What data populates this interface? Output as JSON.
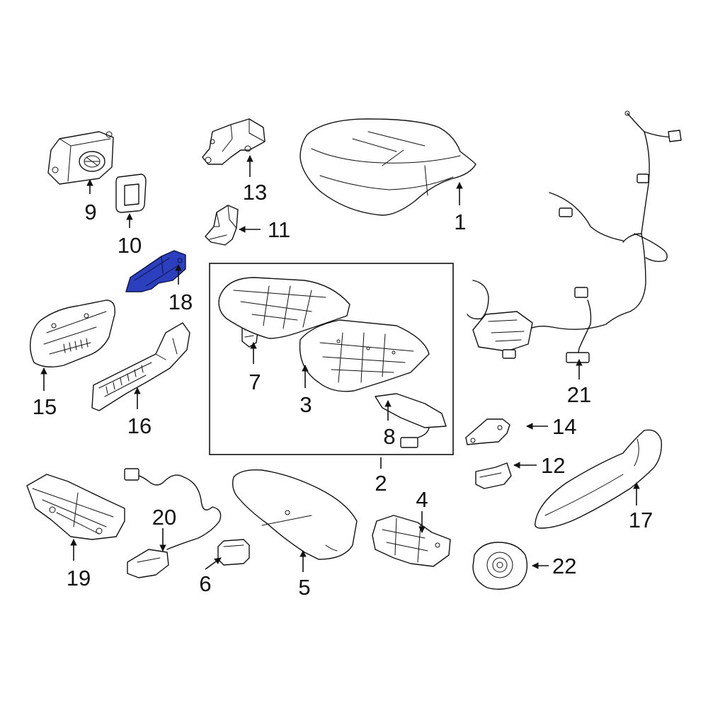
{
  "highlight_color": "#2b3fbf",
  "callouts": {
    "c1": "1",
    "c2": "2",
    "c3": "3",
    "c4": "4",
    "c5": "5",
    "c6": "6",
    "c7": "7",
    "c8": "8",
    "c9": "9",
    "c10": "10",
    "c11": "11",
    "c12": "12",
    "c13": "13",
    "c14": "14",
    "c15": "15",
    "c16": "16",
    "c17": "17",
    "c18": "18",
    "c19": "19",
    "c20": "20",
    "c21": "21",
    "c22": "22"
  }
}
